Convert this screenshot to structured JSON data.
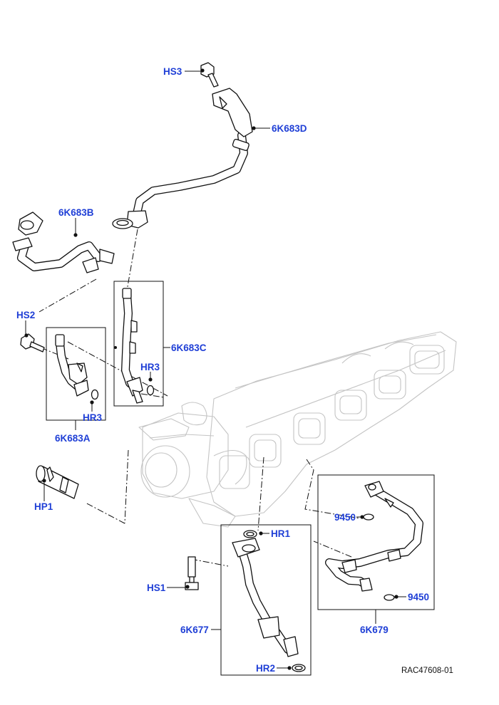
{
  "diagram": {
    "reference": "RAC47608-01",
    "callouts": {
      "hs3": "HS3",
      "p6k683d": "6K683D",
      "p6k683b": "6K683B",
      "hs2": "HS2",
      "p6k683c": "6K683C",
      "hr3_right": "HR3",
      "hr3_left": "HR3",
      "p6k683a": "6K683A",
      "hp1": "HP1",
      "hr1": "HR1",
      "p9450_top": "9450",
      "hs1": "HS1",
      "p9450_bottom": "9450",
      "p6k677": "6K677",
      "p6k679": "6K679",
      "hr2": "HR2"
    }
  },
  "colors": {
    "label": "#1f3fd6",
    "line": "#111111",
    "ghost": "#c4c4c4"
  }
}
